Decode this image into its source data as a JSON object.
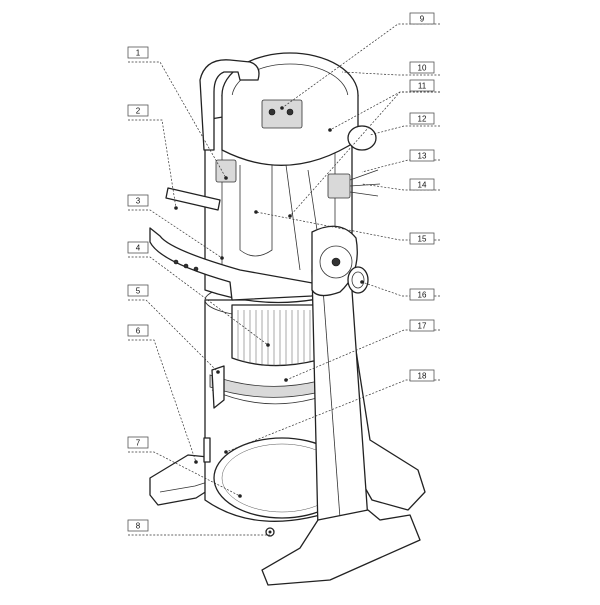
{
  "diagram": {
    "callouts": [
      {
        "label": "1"
      },
      {
        "label": "2"
      },
      {
        "label": "3"
      },
      {
        "label": "4"
      },
      {
        "label": "5"
      },
      {
        "label": "6"
      },
      {
        "label": "7"
      },
      {
        "label": "8"
      },
      {
        "label": "9"
      },
      {
        "label": "10"
      },
      {
        "label": "11"
      },
      {
        "label": "12"
      },
      {
        "label": "13"
      },
      {
        "label": "14"
      },
      {
        "label": "15"
      },
      {
        "label": "16"
      },
      {
        "label": "17"
      },
      {
        "label": "18"
      }
    ]
  }
}
